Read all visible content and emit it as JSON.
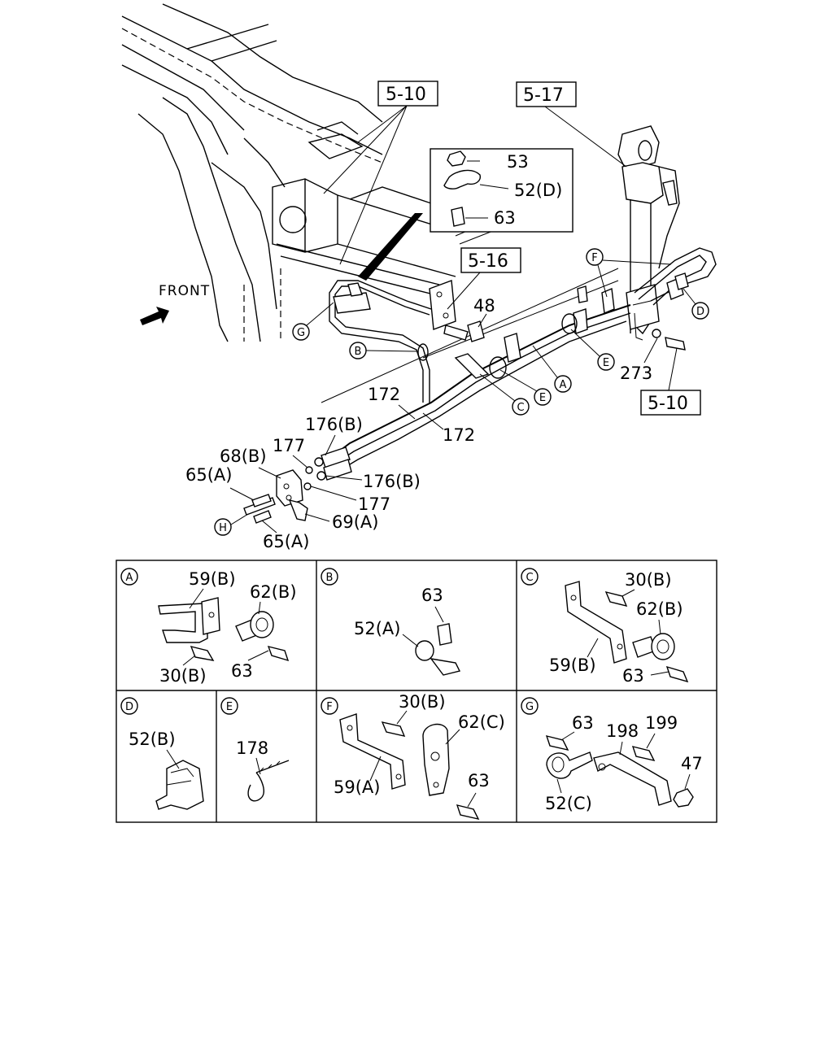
{
  "diagram": {
    "front_label": "FRONT",
    "refs": {
      "r510_top": "5-10",
      "r517": "5-17",
      "r516": "5-16",
      "r510_bottom": "5-10"
    },
    "labels": {
      "p53": "53",
      "p52d": "52(D)",
      "p63_inset": "63",
      "p48": "48",
      "p273": "273",
      "p172a": "172",
      "p172b": "172",
      "p176b_a": "176(B)",
      "p176b_b": "176(B)",
      "p177a": "177",
      "p177b": "177",
      "p68b": "68(B)",
      "p65a_a": "65(A)",
      "p65a_b": "65(A)",
      "p69a": "69(A)"
    },
    "circles": {
      "main_F": "F",
      "main_D": "D",
      "main_G": "G",
      "main_B": "B",
      "main_E1": "E",
      "main_A": "A",
      "main_E2": "E",
      "main_C": "C",
      "main_H": "H"
    },
    "panels": {
      "A": {
        "id": "A",
        "l1": "59(B)",
        "l2": "62(B)",
        "l3": "30(B)",
        "l4": "63"
      },
      "B": {
        "id": "B",
        "l1": "63",
        "l2": "52(A)"
      },
      "C": {
        "id": "C",
        "l1": "30(B)",
        "l2": "62(B)",
        "l3": "59(B)",
        "l4": "63"
      },
      "D": {
        "id": "D",
        "l1": "52(B)"
      },
      "E": {
        "id": "E",
        "l1": "178"
      },
      "F": {
        "id": "F",
        "l1": "30(B)",
        "l2": "62(C)",
        "l3": "59(A)",
        "l4": "63"
      },
      "G": {
        "id": "G",
        "l1": "63",
        "l2": "198",
        "l3": "199",
        "l4": "47",
        "l5": "52(C)"
      }
    }
  }
}
